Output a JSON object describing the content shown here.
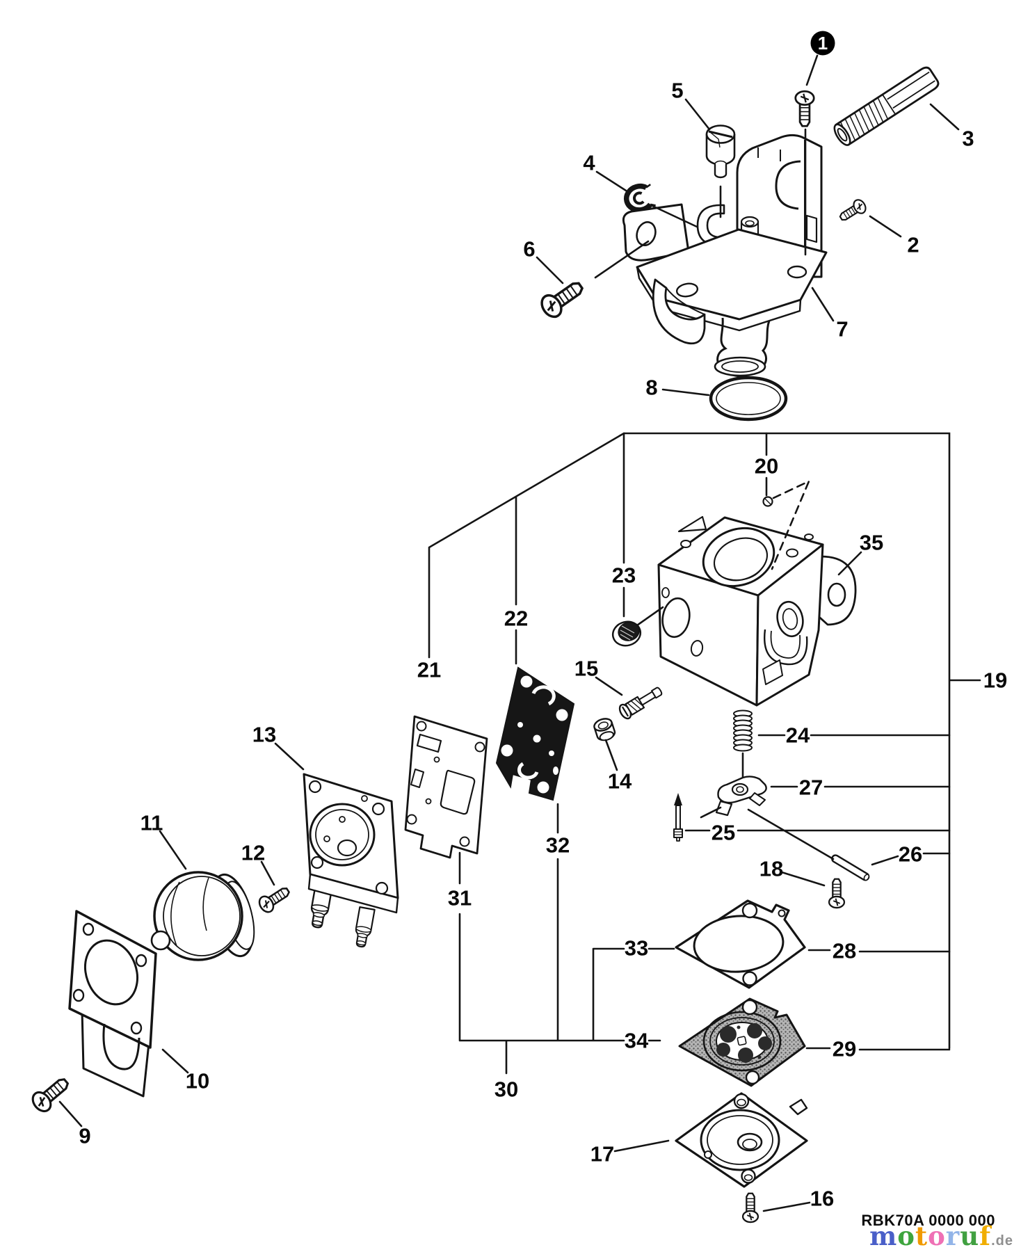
{
  "footer": {
    "model_code": "RBK70A 0000 000"
  },
  "watermark": {
    "suffix": ".de",
    "suffix_color": "#8f8f8f",
    "letters": [
      {
        "ch": "m",
        "color": "#4a5fc8"
      },
      {
        "ch": "o",
        "color": "#3ea53e"
      },
      {
        "ch": "t",
        "color": "#f09a00"
      },
      {
        "ch": "o",
        "color": "#ef70b5"
      },
      {
        "ch": "r",
        "color": "#92b4e8"
      },
      {
        "ch": "u",
        "color": "#41a041"
      },
      {
        "ch": "f",
        "color": "#f0ad00"
      }
    ]
  },
  "callouts": {
    "n1": "1",
    "n2": "2",
    "n3": "3",
    "n4": "4",
    "n5": "5",
    "n6": "6",
    "n7": "7",
    "n8": "8",
    "n9": "9",
    "n10": "10",
    "n11": "11",
    "n12": "12",
    "n13": "13",
    "n14": "14",
    "n15": "15",
    "n16": "16",
    "n17": "17",
    "n18": "18",
    "n19": "19",
    "n20": "20",
    "n21": "21",
    "n22": "22",
    "n23": "23",
    "n24": "24",
    "n25": "25",
    "n26": "26",
    "n27": "27",
    "n28": "28",
    "n29": "29",
    "n30": "30",
    "n31": "31",
    "n32": "32",
    "n33": "33",
    "n34": "34",
    "n35": "35"
  }
}
